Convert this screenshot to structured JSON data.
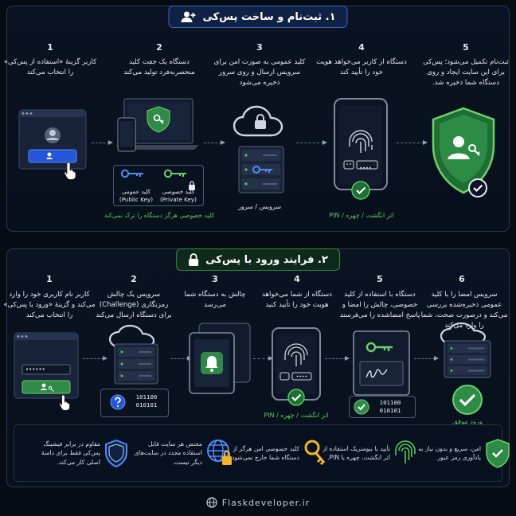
{
  "section1": {
    "title": "۱. ثبت‌نام و ساخت پس‌کی",
    "steps": [
      {
        "num": "1",
        "text": "کاربر گزینهٔ «استفاده از پس‌کی» را انتخاب می‌کند"
      },
      {
        "num": "2",
        "text": "دستگاه یک جفت کلید منحصربه‌فرد تولید می‌کند"
      },
      {
        "num": "3",
        "text": "کلید عمومی به صورت امن برای سرویس ارسال و روی سرور ذخیره می‌شود"
      },
      {
        "num": "4",
        "text": "دستگاه از کاربر می‌خواهد هویت خود را تأیید کند"
      },
      {
        "num": "5",
        "text": "ثبت‌نام تکمیل می‌شود؛ پس‌کی برای این سایت ایجاد و روی دستگاه شما ذخیره شد."
      }
    ],
    "public_key_label": "کلید عمومی",
    "public_key_en": "(Public Key)",
    "private_key_label": "کلید خصوصی",
    "private_key_en": "(Private Key)",
    "private_note": "کلید خصوصی هرگز دستگاه را ترک نمی‌کند",
    "server_caption": "سرویس / سرور",
    "verify_caption": "اثر انگشت / چهره / PIN",
    "pin_dots": "••••"
  },
  "section2": {
    "title": "۲. فرایند ورود با پس‌کی",
    "steps": [
      {
        "num": "1",
        "text": "کاربر نام کاربری خود را وارد می‌کند و گزینهٔ «ورود با پس‌کی» را انتخاب می‌کند"
      },
      {
        "num": "2",
        "text": "سرویس یک چالش رمزنگاری (Challenge) برای دستگاه ارسال می‌کند"
      },
      {
        "num": "3",
        "text": "چالش به دستگاه شما می‌رسد"
      },
      {
        "num": "4",
        "text": "دستگاه از شما می‌خواهد هویت خود را تأیید کنید"
      },
      {
        "num": "5",
        "text": "دستگاه با استفاده از کلید خصوصی، چالش را امضا و پاسخ امضاشده را می‌فرستد"
      },
      {
        "num": "6",
        "text": "سرویس امضا را با کلید عمومی ذخیره‌شده بررسی می‌کند و درصورت صحت، شما را وارد می‌کند"
      }
    ],
    "password_dots": "••••••",
    "binary_a": "101100",
    "binary_b": "010101",
    "verify_caption": "اثر انگشت / چهره / PIN",
    "pin_dots": "••••",
    "success_caption": "ورود موفق"
  },
  "features": [
    {
      "icon": "shield-check-icon",
      "text": "امن، سریع و بدون نیاز به یادآوری رمز عبور"
    },
    {
      "icon": "fingerprint-icon",
      "text": "تأیید با بیومتریک استفاده از اثر انگشت، چهره یا PIN."
    },
    {
      "icon": "key-icon",
      "text": "کلید خصوصی امن هرگز از دستگاه شما خارج نمی‌شود."
    },
    {
      "icon": "globe-lock-icon",
      "text": "مختص هر سایت قابل استفاده مجدد در سایت‌های دیگر نیست."
    },
    {
      "icon": "shield-icon",
      "text": "مقاوم در برابر فیشینگ پس‌کی فقط برای دامنهٔ اصلی کار می‌کند."
    }
  ],
  "website": "Flaskdeveloper.ir",
  "colors": {
    "blue": "#3a66c2",
    "green": "#3fb25c",
    "accent_key_blue": "#4f8cff",
    "accent_key_green": "#6cd16a"
  }
}
